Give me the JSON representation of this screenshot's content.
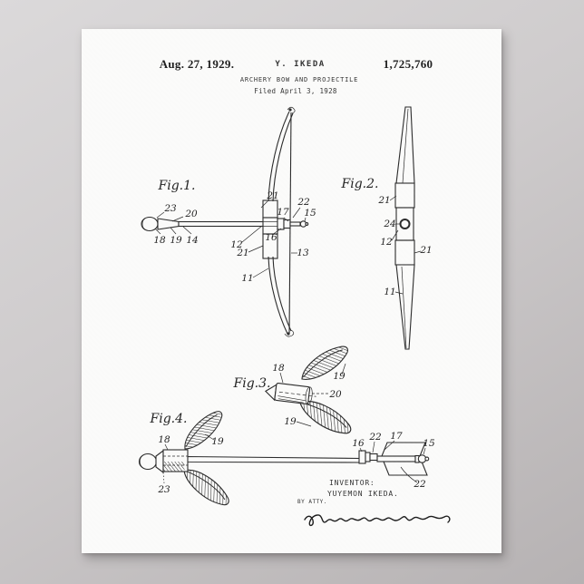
{
  "colors": {
    "backdrop": "#cecbcc",
    "paper": "#fbfbfa",
    "ink": "#2b2b2b"
  },
  "header": {
    "date": "Aug. 27, 1929.",
    "applicant": "Y. IKEDA",
    "patent_number": "1,725,760",
    "title": "ARCHERY BOW AND PROJECTILE",
    "filed": "Filed April 3, 1928"
  },
  "figures": {
    "fig1": {
      "label": "Fig.1.",
      "refs": {
        "r11": "11",
        "r12": "12",
        "r13": "13",
        "r14": "14",
        "r15": "15",
        "r16": "16",
        "r17": "17",
        "r18": "18",
        "r19": "19",
        "r20": "20",
        "r21a": "21",
        "r21b": "21",
        "r22": "22",
        "r23": "23"
      }
    },
    "fig2": {
      "label": "Fig.2.",
      "refs": {
        "r21a": "21",
        "r24": "24",
        "r12": "12",
        "r21b": "21",
        "r11": "11"
      }
    },
    "fig3": {
      "label": "Fig.3.",
      "refs": {
        "r18": "18",
        "r19a": "19",
        "r20": "20",
        "r19b": "19"
      }
    },
    "fig4": {
      "label": "Fig.4.",
      "refs": {
        "r18": "18",
        "r19": "19",
        "r23": "23",
        "r16": "16",
        "r22a": "22",
        "r17": "17",
        "r15": "15",
        "r22b": "22"
      }
    }
  },
  "signature_block": {
    "inventor_caption": "INVENTOR:",
    "inventor_name": "YUYEMON IKEDA.",
    "by_atty": "BY ATTY."
  }
}
